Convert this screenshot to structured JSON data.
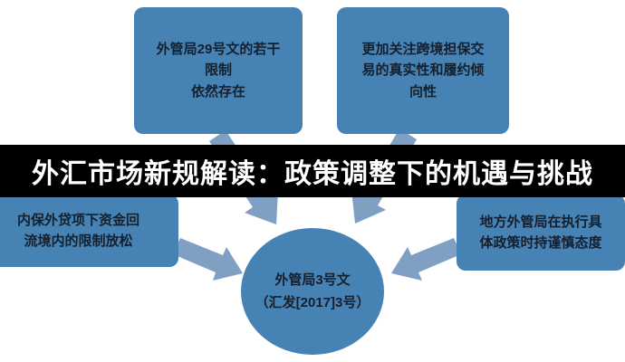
{
  "banner": {
    "title": "外汇市场新规解读：政策调整下的机遇与挑战"
  },
  "nodes": {
    "top_left": {
      "text": "外管局29号文的若干\n限制\n依然存在"
    },
    "top_right": {
      "text": "更加关注跨境担保交\n易的真实性和履约倾\n向性"
    },
    "left": {
      "text": "内保外贷项下资金回\n流境内的限制放松"
    },
    "right": {
      "text": "地方外管局在执行具\n体政策时持谨慎态度"
    },
    "center": {
      "text": "外管局3号文\n（汇发[2017]3号）"
    }
  },
  "colors": {
    "box_blue": "#4682b4",
    "arrow_blue": "#7f9fc3",
    "banner_bg": "#000000",
    "banner_text": "#ffffff",
    "node_text": "#15202e"
  }
}
